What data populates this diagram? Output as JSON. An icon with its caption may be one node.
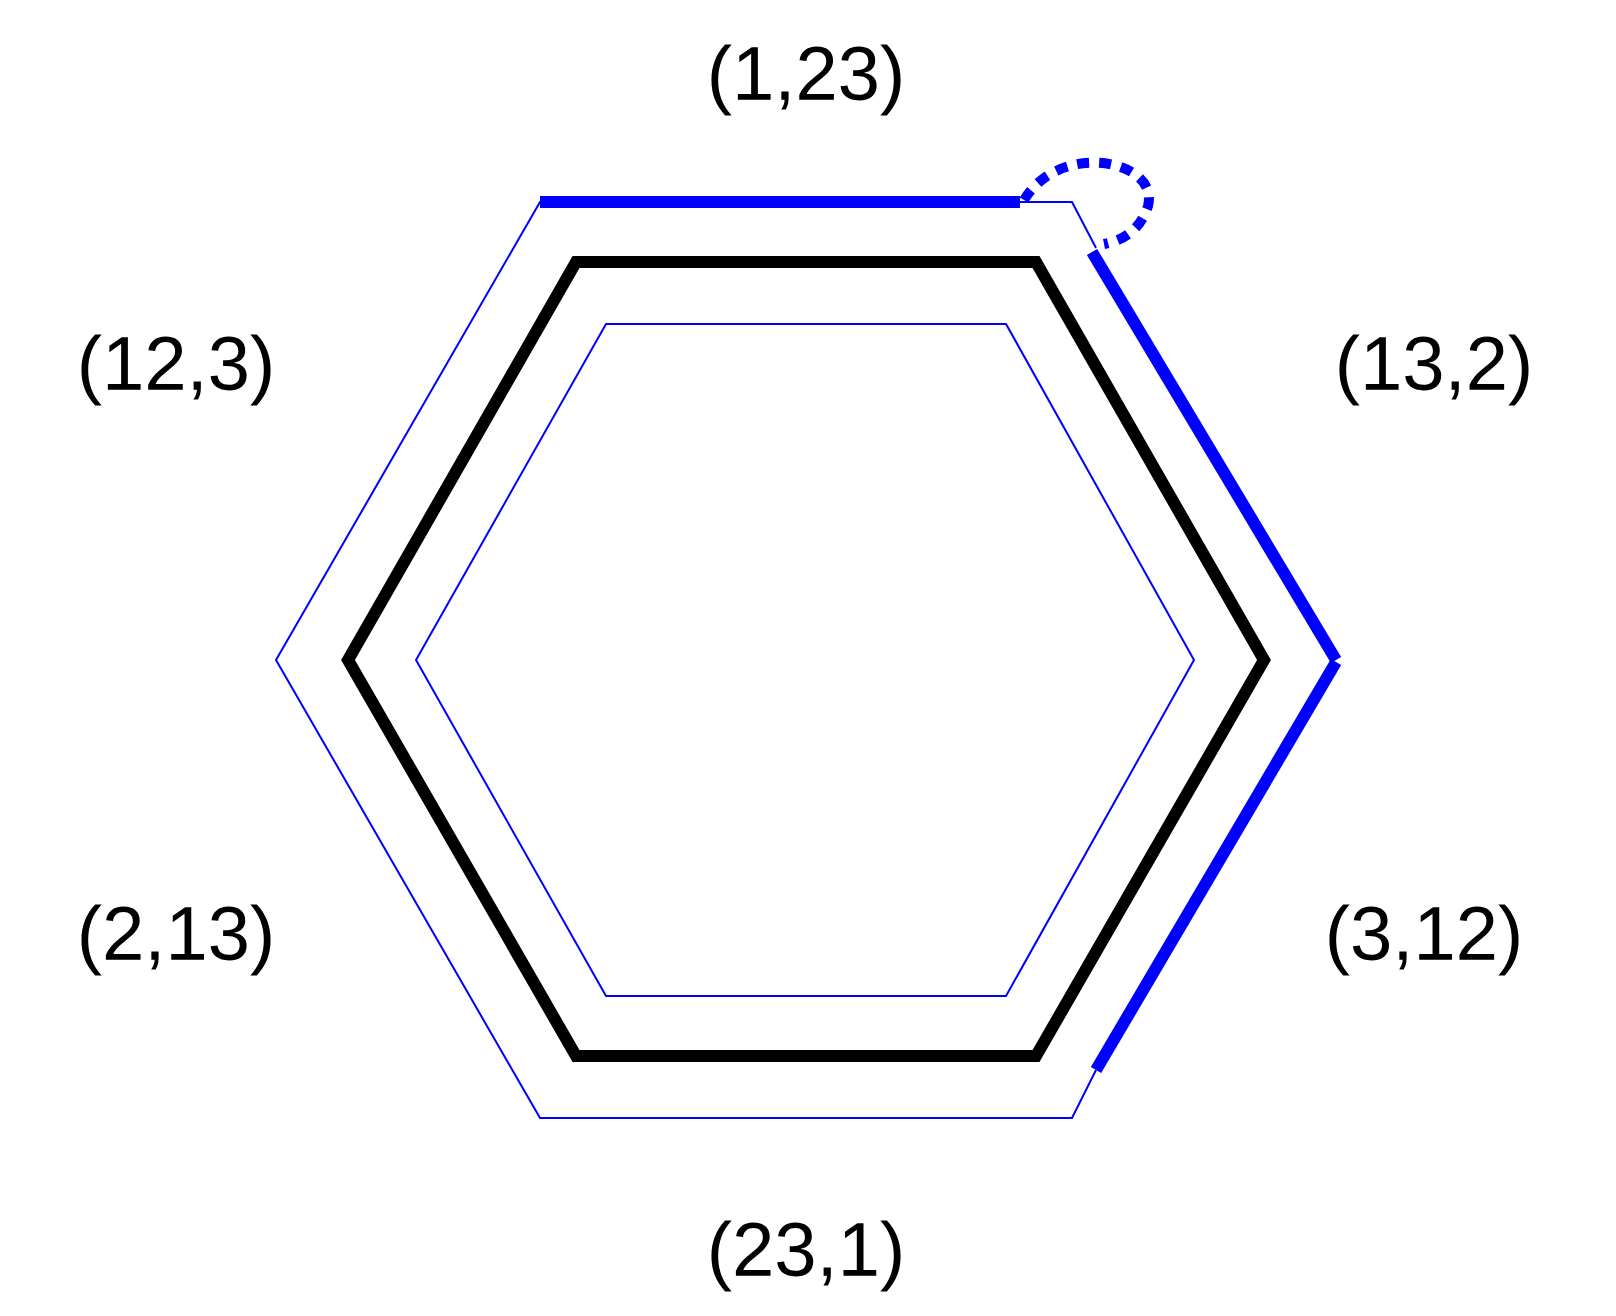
{
  "diagram": {
    "labels": [
      "(1,23)",
      "(12,3)",
      "(13,2)",
      "(2,13)",
      "(3,12)",
      "(23,1)"
    ]
  }
}
